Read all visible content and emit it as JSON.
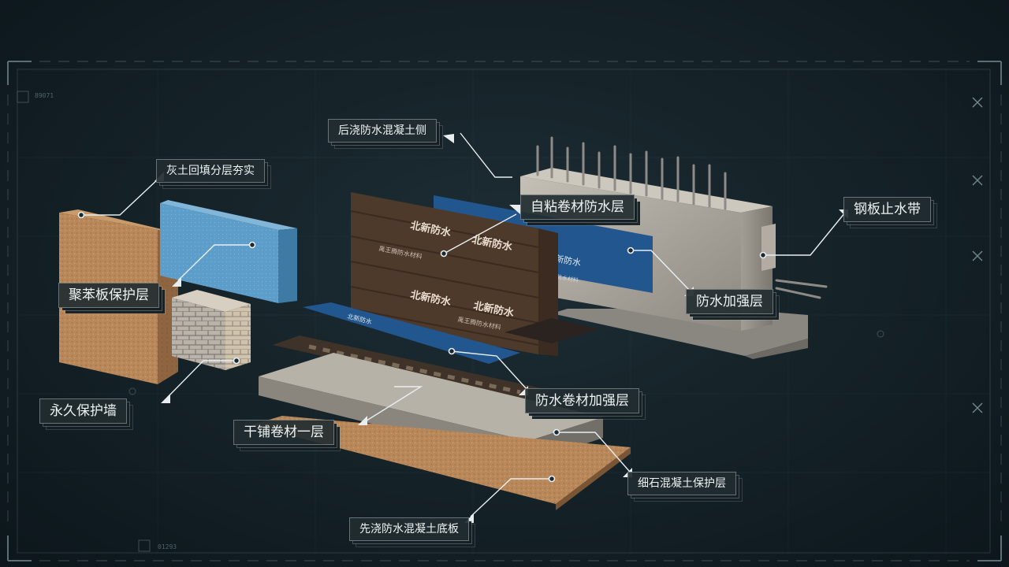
{
  "labels": {
    "huitu": "灰土回填分层夯实",
    "houjiao": "后浇防水混凝土侧",
    "zinian": "自粘卷材防水层",
    "gangban": "钢板止水带",
    "jubenban": "聚苯板保护层",
    "fangshui_jiaqiang": "防水加强层",
    "yongjiu": "永久保护墙",
    "juancai_jiaqiang": "防水卷材加强层",
    "ganpu": "干铺卷材一层",
    "xishi": "细石混凝土保护层",
    "xianjiao": "先浇防水混凝土底板"
  },
  "membrane_brand": "北新防水",
  "membrane_subtext": "禹王腾防水材料",
  "hud": {
    "code_top": "89071",
    "code_bottom": "01293"
  },
  "colors": {
    "background": "#142127",
    "hud_line": "#5c6f74",
    "label_bg": "#222c30",
    "leader": "#e8eef0",
    "soil": "#b8875a",
    "eps_board": "#5d9dc9",
    "brick": "#b9b3aa",
    "membrane_brown": "#4e3a2b",
    "membrane_blue": "#22568e",
    "concrete": "#a3a09b"
  }
}
